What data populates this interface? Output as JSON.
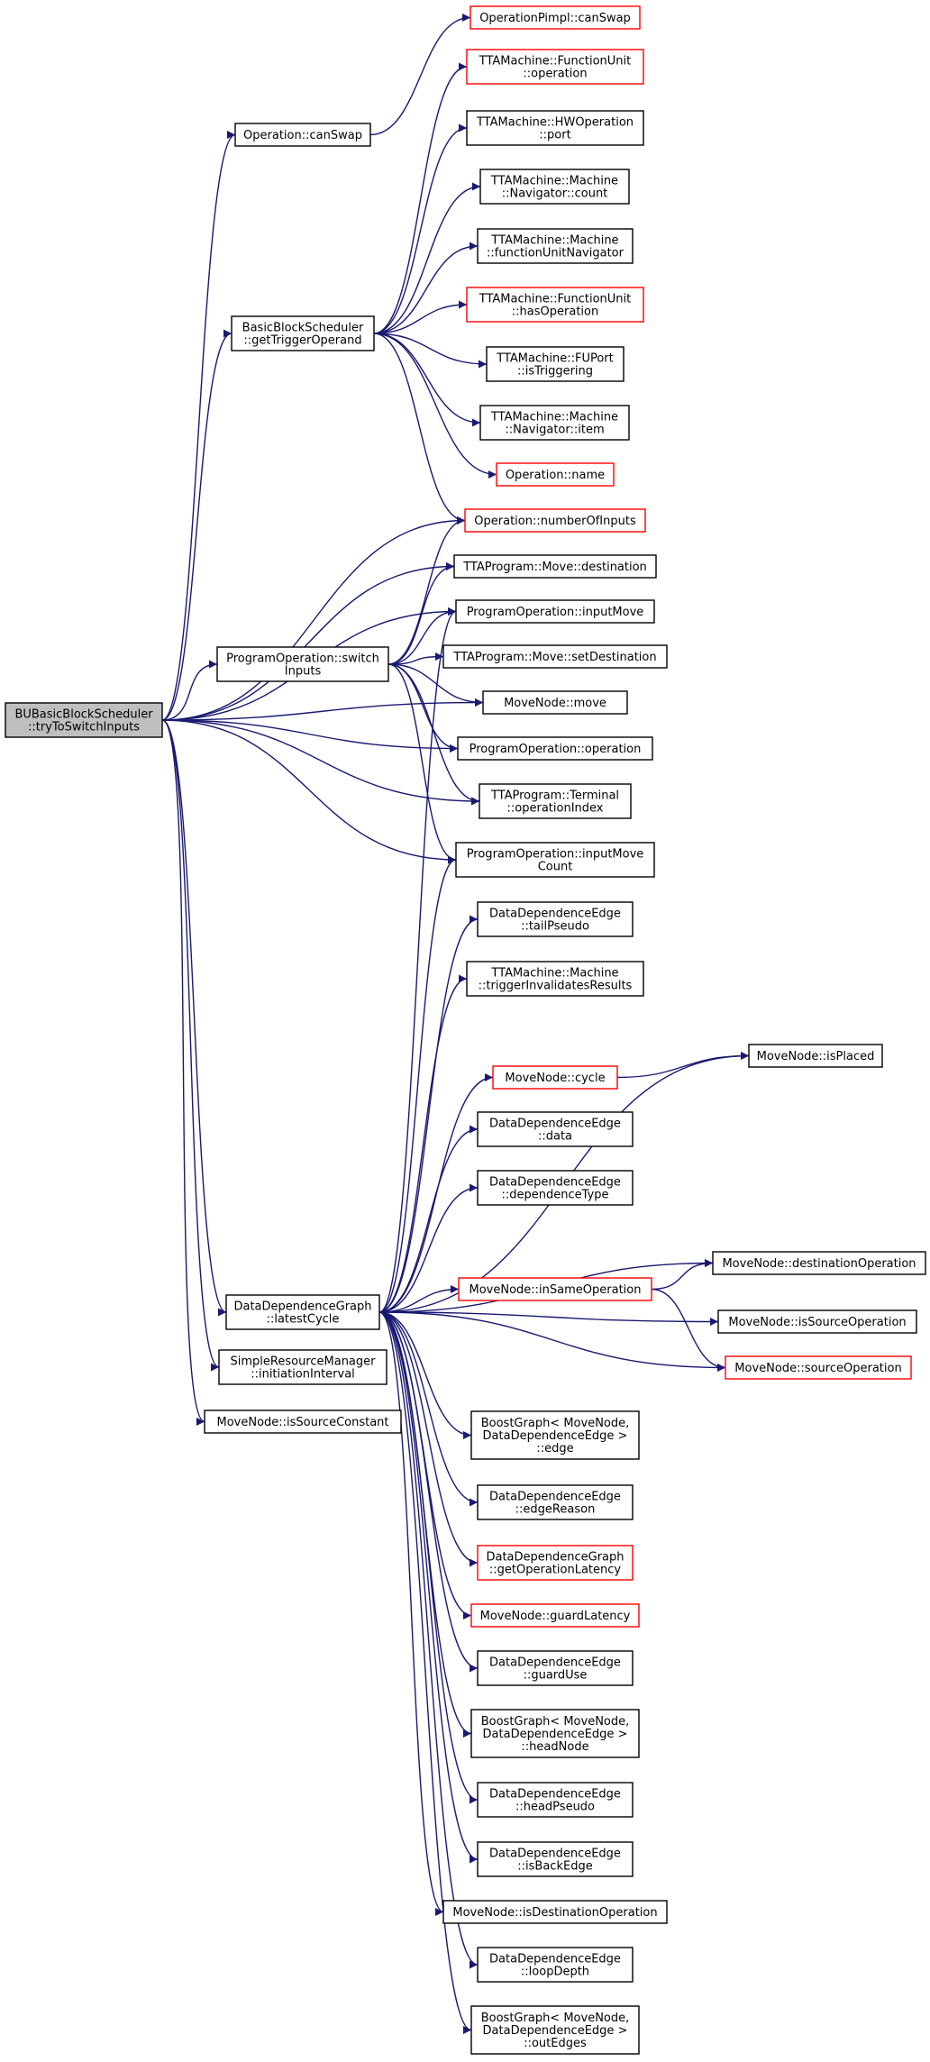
{
  "colors": {
    "edge": "#191970",
    "node_border_black": "#000000",
    "node_border_red": "#ff0000",
    "root_fill": "#bfbfbf",
    "node_fill": "#ffffff"
  },
  "nodes": {
    "root": {
      "lines": [
        "BUBasicBlockScheduler",
        "::tryToSwitchInputs"
      ],
      "border": "black",
      "fill": "gray"
    },
    "canSwap": {
      "lines": [
        "Operation::canSwap"
      ],
      "border": "black"
    },
    "getTrigger": {
      "lines": [
        "BasicBlockScheduler",
        "::getTriggerOperand"
      ],
      "border": "black"
    },
    "switchInputs": {
      "lines": [
        "ProgramOperation::switch",
        "Inputs"
      ],
      "border": "black"
    },
    "latestCycle": {
      "lines": [
        "DataDependenceGraph",
        "::latestCycle"
      ],
      "border": "black"
    },
    "simpleRM": {
      "lines": [
        "SimpleResourceManager",
        "::initiationInterval"
      ],
      "border": "black"
    },
    "isSourceConst": {
      "lines": [
        "MoveNode::isSourceConstant"
      ],
      "border": "black"
    },
    "opPimplCanSwap": {
      "lines": [
        "OperationPimpl::canSwap"
      ],
      "border": "red"
    },
    "fuOperation": {
      "lines": [
        "TTAMachine::FunctionUnit",
        "::operation"
      ],
      "border": "red"
    },
    "hwOpPort": {
      "lines": [
        "TTAMachine::HWOperation",
        "::port"
      ],
      "border": "black"
    },
    "navCount": {
      "lines": [
        "TTAMachine::Machine",
        "::Navigator::count"
      ],
      "border": "black"
    },
    "fuNavigator": {
      "lines": [
        "TTAMachine::Machine",
        "::functionUnitNavigator"
      ],
      "border": "black"
    },
    "hasOperation": {
      "lines": [
        "TTAMachine::FunctionUnit",
        "::hasOperation"
      ],
      "border": "red"
    },
    "isTriggering": {
      "lines": [
        "TTAMachine::FUPort",
        "::isTriggering"
      ],
      "border": "black"
    },
    "navItem": {
      "lines": [
        "TTAMachine::Machine",
        "::Navigator::item"
      ],
      "border": "black"
    },
    "opName": {
      "lines": [
        "Operation::name"
      ],
      "border": "red"
    },
    "numInputs": {
      "lines": [
        "Operation::numberOfInputs"
      ],
      "border": "red"
    },
    "moveDest": {
      "lines": [
        "TTAProgram::Move::destination"
      ],
      "border": "black"
    },
    "inputMove": {
      "lines": [
        "ProgramOperation::inputMove"
      ],
      "border": "black"
    },
    "setDest": {
      "lines": [
        "TTAProgram::Move::setDestination"
      ],
      "border": "black"
    },
    "mnMove": {
      "lines": [
        "MoveNode::move"
      ],
      "border": "black"
    },
    "poOperation": {
      "lines": [
        "ProgramOperation::operation"
      ],
      "border": "black"
    },
    "opIndex": {
      "lines": [
        "TTAProgram::Terminal",
        "::operationIndex"
      ],
      "border": "black"
    },
    "inputMoveCount": {
      "lines": [
        "ProgramOperation::inputMove",
        "Count"
      ],
      "border": "black"
    },
    "tailPseudo": {
      "lines": [
        "DataDependenceEdge",
        "::tailPseudo"
      ],
      "border": "black"
    },
    "trigInval": {
      "lines": [
        "TTAMachine::Machine",
        "::triggerInvalidatesResults"
      ],
      "border": "black"
    },
    "isPlaced": {
      "lines": [
        "MoveNode::isPlaced"
      ],
      "border": "black"
    },
    "mnCycle": {
      "lines": [
        "MoveNode::cycle"
      ],
      "border": "red"
    },
    "dataEdge": {
      "lines": [
        "DataDependenceEdge",
        "::data"
      ],
      "border": "black"
    },
    "depType": {
      "lines": [
        "DataDependenceEdge",
        "::dependenceType"
      ],
      "border": "black"
    },
    "destOp": {
      "lines": [
        "MoveNode::destinationOperation"
      ],
      "border": "black"
    },
    "inSameOp": {
      "lines": [
        "MoveNode::inSameOperation"
      ],
      "border": "red"
    },
    "isSourceOp": {
      "lines": [
        "MoveNode::isSourceOperation"
      ],
      "border": "black"
    },
    "sourceOp": {
      "lines": [
        "MoveNode::sourceOperation"
      ],
      "border": "red"
    },
    "bgEdge": {
      "lines": [
        "BoostGraph< MoveNode,",
        "DataDependenceEdge >",
        "::edge"
      ],
      "border": "black"
    },
    "edgeReason": {
      "lines": [
        "DataDependenceEdge",
        "::edgeReason"
      ],
      "border": "black"
    },
    "getOpLatency": {
      "lines": [
        "DataDependenceGraph",
        "::getOperationLatency"
      ],
      "border": "red"
    },
    "guardLatency": {
      "lines": [
        "MoveNode::guardLatency"
      ],
      "border": "red"
    },
    "guardUse": {
      "lines": [
        "DataDependenceEdge",
        "::guardUse"
      ],
      "border": "black"
    },
    "headNode": {
      "lines": [
        "BoostGraph< MoveNode,",
        "DataDependenceEdge >",
        "::headNode"
      ],
      "border": "black"
    },
    "headPseudo": {
      "lines": [
        "DataDependenceEdge",
        "::headPseudo"
      ],
      "border": "black"
    },
    "isBackEdge": {
      "lines": [
        "DataDependenceEdge",
        "::isBackEdge"
      ],
      "border": "black"
    },
    "isDestOp": {
      "lines": [
        "MoveNode::isDestinationOperation"
      ],
      "border": "black"
    },
    "loopDepth": {
      "lines": [
        "DataDependenceEdge",
        "::loopDepth"
      ],
      "border": "black"
    },
    "outEdges": {
      "lines": [
        "BoostGraph< MoveNode,",
        "DataDependenceEdge >",
        "::outEdges"
      ],
      "border": "black"
    }
  },
  "edges": [
    [
      "root",
      "canSwap"
    ],
    [
      "root",
      "getTrigger"
    ],
    [
      "root",
      "numInputs"
    ],
    [
      "root",
      "moveDest"
    ],
    [
      "root",
      "inputMove"
    ],
    [
      "root",
      "switchInputs"
    ],
    [
      "root",
      "mnMove"
    ],
    [
      "root",
      "poOperation"
    ],
    [
      "root",
      "opIndex"
    ],
    [
      "root",
      "inputMoveCount"
    ],
    [
      "root",
      "latestCycle"
    ],
    [
      "root",
      "simpleRM"
    ],
    [
      "root",
      "isSourceConst"
    ],
    [
      "canSwap",
      "opPimplCanSwap"
    ],
    [
      "getTrigger",
      "fuOperation"
    ],
    [
      "getTrigger",
      "hwOpPort"
    ],
    [
      "getTrigger",
      "navCount"
    ],
    [
      "getTrigger",
      "fuNavigator"
    ],
    [
      "getTrigger",
      "hasOperation"
    ],
    [
      "getTrigger",
      "isTriggering"
    ],
    [
      "getTrigger",
      "navItem"
    ],
    [
      "getTrigger",
      "opName"
    ],
    [
      "getTrigger",
      "numInputs"
    ],
    [
      "switchInputs",
      "numInputs"
    ],
    [
      "switchInputs",
      "moveDest"
    ],
    [
      "switchInputs",
      "inputMove"
    ],
    [
      "switchInputs",
      "setDest"
    ],
    [
      "switchInputs",
      "mnMove"
    ],
    [
      "switchInputs",
      "poOperation"
    ],
    [
      "switchInputs",
      "opIndex"
    ],
    [
      "switchInputs",
      "inputMoveCount"
    ],
    [
      "latestCycle",
      "inputMove"
    ],
    [
      "latestCycle",
      "inputMoveCount"
    ],
    [
      "latestCycle",
      "tailPseudo"
    ],
    [
      "latestCycle",
      "trigInval"
    ],
    [
      "latestCycle",
      "isPlaced"
    ],
    [
      "latestCycle",
      "mnCycle"
    ],
    [
      "latestCycle",
      "dataEdge"
    ],
    [
      "latestCycle",
      "depType"
    ],
    [
      "latestCycle",
      "destOp"
    ],
    [
      "latestCycle",
      "inSameOp"
    ],
    [
      "latestCycle",
      "isSourceOp"
    ],
    [
      "latestCycle",
      "sourceOp"
    ],
    [
      "latestCycle",
      "bgEdge"
    ],
    [
      "latestCycle",
      "edgeReason"
    ],
    [
      "latestCycle",
      "getOpLatency"
    ],
    [
      "latestCycle",
      "guardLatency"
    ],
    [
      "latestCycle",
      "guardUse"
    ],
    [
      "latestCycle",
      "headNode"
    ],
    [
      "latestCycle",
      "headPseudo"
    ],
    [
      "latestCycle",
      "isBackEdge"
    ],
    [
      "latestCycle",
      "isDestOp"
    ],
    [
      "latestCycle",
      "loopDepth"
    ],
    [
      "latestCycle",
      "outEdges"
    ],
    [
      "mnCycle",
      "isPlaced"
    ],
    [
      "inSameOp",
      "destOp"
    ],
    [
      "inSameOp",
      "sourceOp"
    ]
  ]
}
